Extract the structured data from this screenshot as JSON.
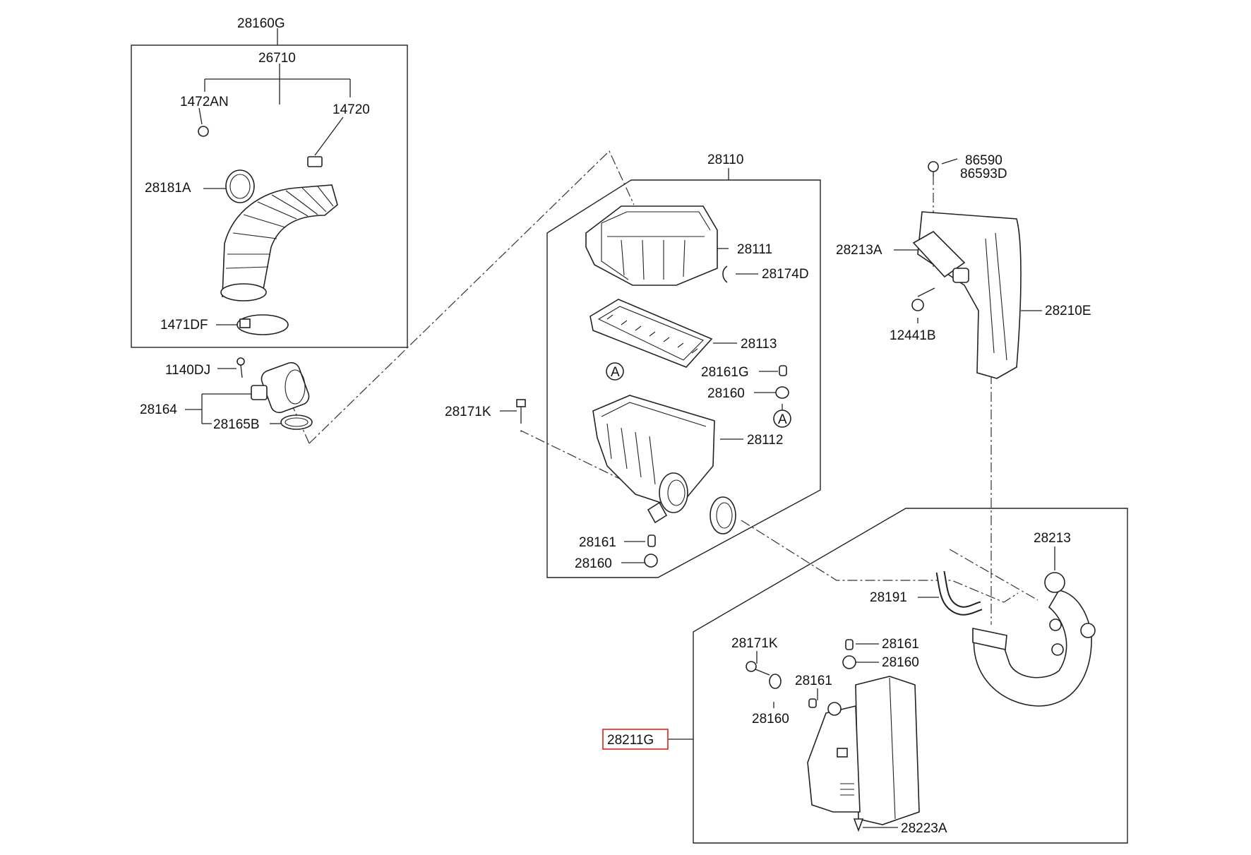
{
  "diagram": {
    "labels": {
      "p28160G": "28160G",
      "p26710": "26710",
      "p1472AN": "1472AN",
      "p14720": "14720",
      "p28181A": "28181A",
      "p1471DF": "1471DF",
      "p1140DJ": "1140DJ",
      "p28164": "28164",
      "p28165B": "28165B",
      "p28110": "28110",
      "p28111": "28111",
      "p28174D": "28174D",
      "p28113": "28113",
      "p28161G": "28161G",
      "p28160_top": "28160",
      "pA_left": "A",
      "pA_right": "A",
      "p28171K_main": "28171K",
      "p28112": "28112",
      "p28161_main": "28161",
      "p28160_main": "28160",
      "p86590": "86590",
      "p86593D": "86593D",
      "p28213A": "28213A",
      "p28210E": "28210E",
      "p12441B": "12441B",
      "p28213": "28213",
      "p28191": "28191",
      "p28171K_low": "28171K",
      "p28161_low1": "28161",
      "p28160_low1": "28160",
      "p28161_low2": "28161",
      "p28160_low2": "28160",
      "p28211G": "28211G",
      "p28223A": "28223A"
    },
    "highlight_color": "#e02020",
    "line_color": "#222222"
  }
}
